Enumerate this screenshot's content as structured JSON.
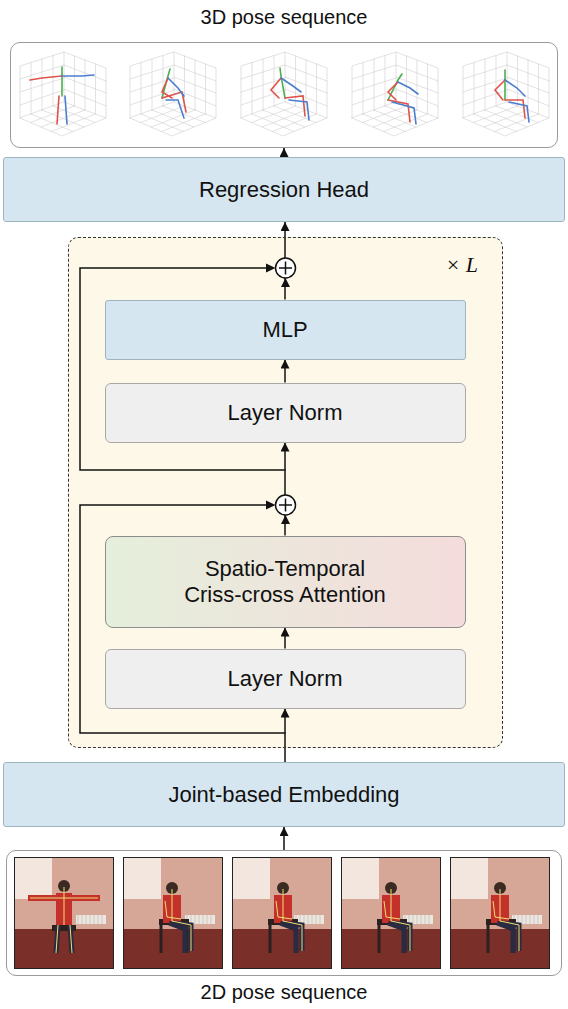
{
  "diagram": {
    "nodes": [
      {
        "text": [
          "3D pose sequence"
        ]
      },
      {
        "text": [
          "Regression Head"
        ]
      },
      {
        "text": [
          "× L"
        ]
      },
      {
        "text": [
          "MLP"
        ],
        "in": 2
      },
      {
        "text": [
          "Layer Norm"
        ],
        "in": 2
      },
      {
        "text": [
          "Spatio-Temporal Criss-cross Attention"
        ],
        "in": 2
      },
      {
        "text": [
          "Layer Norm"
        ],
        "in": 2
      },
      {
        "text": [
          "Joint-based Embedding"
        ]
      },
      {
        "text": [
          "2D pose sequence"
        ]
      }
    ],
    "edges": [
      {
        "from": 8,
        "to": 7,
        "arrow": "to"
      },
      {
        "from": 7,
        "to": 6,
        "arrow": "to"
      },
      {
        "from": 6,
        "to": 5,
        "arrow": "to"
      },
      {
        "from": 5,
        "to": 4,
        "arrow": "to"
      },
      {
        "from": 4,
        "to": 3,
        "arrow": "to"
      },
      {
        "from": 3,
        "to": 1,
        "arrow": "to"
      },
      {
        "from": 1,
        "to": 0,
        "arrow": "to"
      }
    ]
  }
}
